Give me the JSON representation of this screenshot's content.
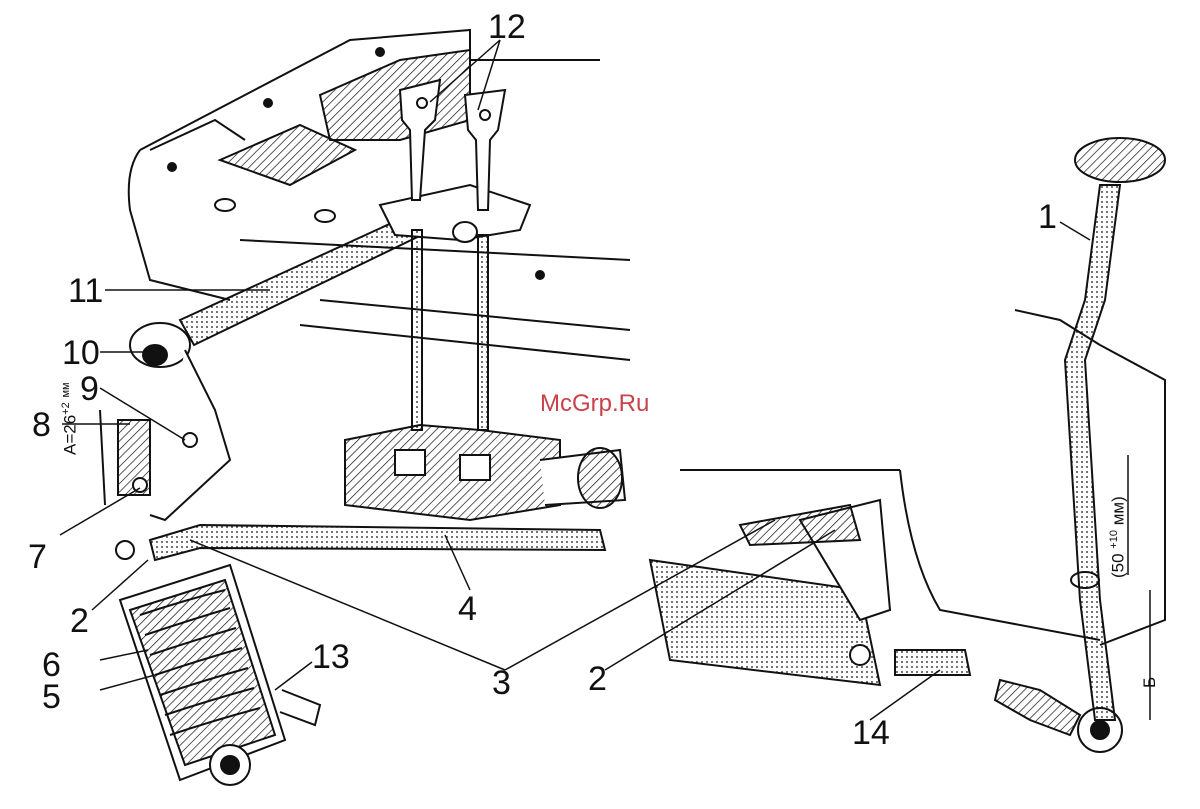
{
  "watermark": "McGrp.Ru",
  "callouts": {
    "c1": "1",
    "c2a": "2",
    "c2b": "2",
    "c3": "3",
    "c4": "4",
    "c5": "5",
    "c6": "6",
    "c7": "7",
    "c8": "8",
    "c9": "9",
    "c10": "10",
    "c11": "11",
    "c12": "12",
    "c13": "13",
    "c14": "14"
  },
  "dimensions": {
    "a_main": "A=26",
    "a_tol": "+2",
    "a_unit": "мм",
    "travel_main": "(50",
    "travel_tol": "+10",
    "travel_unit": "мм)",
    "b": "Б"
  }
}
